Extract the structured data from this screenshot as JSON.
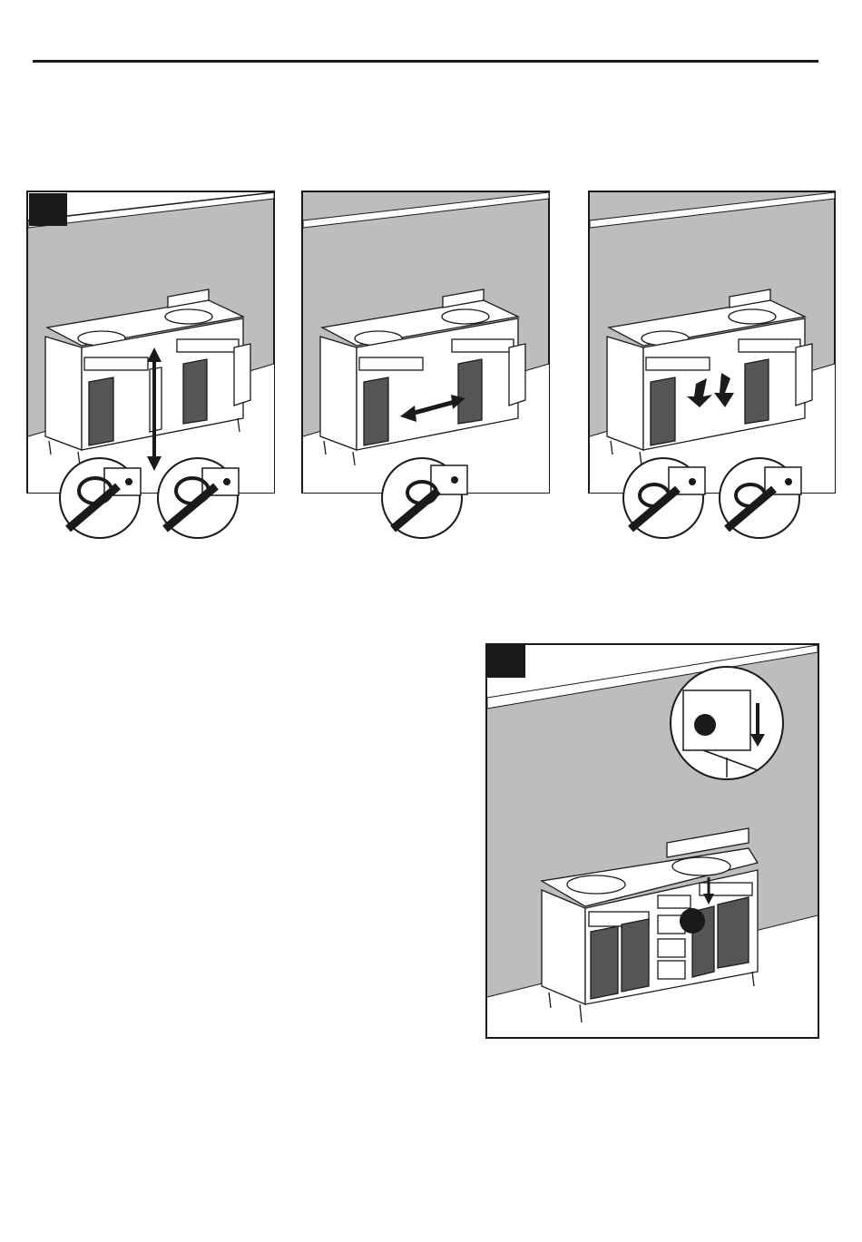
{
  "page": {
    "background": "#ffffff",
    "wall_color": "#bdbdbd",
    "line_color": "#1a1a1a"
  },
  "step_a": {
    "panels": [
      {
        "name": "panel-1",
        "motion": "vertical-adjust",
        "has_step_marker": true
      },
      {
        "name": "panel-2",
        "motion": "horizontal-adjust",
        "has_step_marker": false
      },
      {
        "name": "panel-3",
        "motion": "depth-adjust",
        "has_step_marker": false
      }
    ]
  },
  "step_b": {
    "panel": {
      "name": "panel-4",
      "motion": "press-bumper-down",
      "has_step_marker": true
    }
  }
}
